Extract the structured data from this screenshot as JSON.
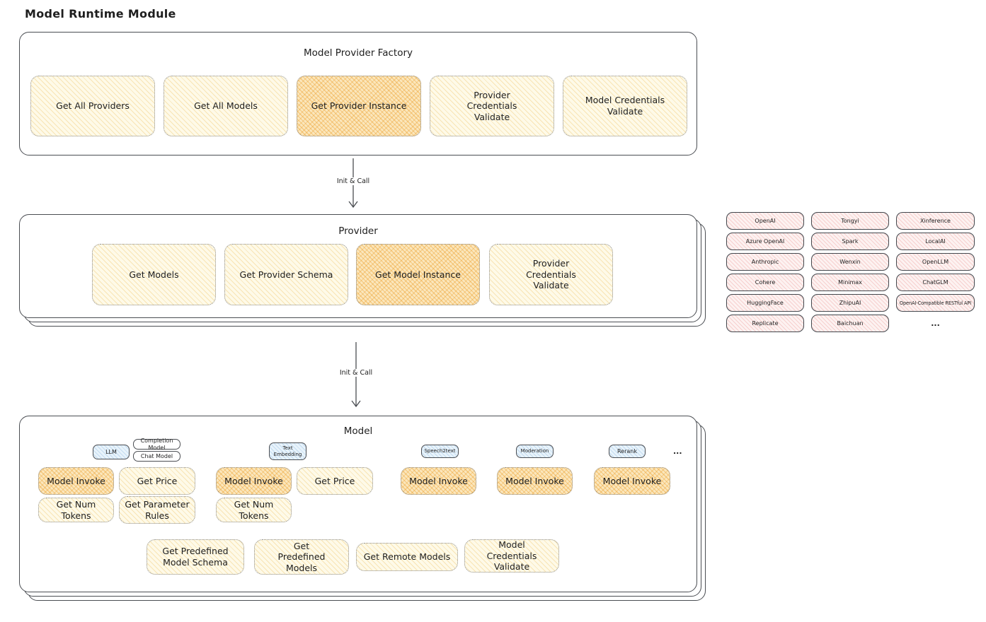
{
  "page": {
    "title": "Model Runtime Module"
  },
  "factory": {
    "title": "Model Provider Factory",
    "boxes": [
      {
        "label": "Get All Providers",
        "emphasized": false
      },
      {
        "label": "Get All Models",
        "emphasized": false
      },
      {
        "label": "Get Provider Instance",
        "emphasized": true
      },
      {
        "label": "Provider Credentials Validate",
        "emphasized": false
      },
      {
        "label": "Model Credentials Validate",
        "emphasized": false
      }
    ]
  },
  "arrow1": {
    "label": "Init & Call"
  },
  "arrow2": {
    "label": "Init & Call"
  },
  "provider": {
    "title": "Provider",
    "boxes": [
      {
        "label": "Get Models",
        "emphasized": false
      },
      {
        "label": "Get Provider Schema",
        "emphasized": false
      },
      {
        "label": "Get Model Instance",
        "emphasized": true
      },
      {
        "label": "Provider Credentials Validate",
        "emphasized": false
      }
    ]
  },
  "providers_panel": {
    "items": [
      "OpenAI",
      "Tongyi",
      "Xinference",
      "Azure OpenAI",
      "Spark",
      "LocalAI",
      "Anthropic",
      "Wenxin",
      "OpenLLM",
      "Cohere",
      "Minimax",
      "ChatGLM",
      "HuggingFace",
      "ZhipuAI",
      "OpenAI-Compatible RESTful API",
      "Replicate",
      "Baichuan"
    ],
    "more_label": "..."
  },
  "model": {
    "title": "Model",
    "tags": [
      {
        "label": "LLM",
        "style": "blue"
      },
      {
        "label": "Completion Model",
        "style": "white"
      },
      {
        "label": "Chat Model",
        "style": "white"
      },
      {
        "label": "Text Embedding",
        "style": "blue"
      },
      {
        "label": "Speech2text",
        "style": "blue"
      },
      {
        "label": "Moderation",
        "style": "blue"
      },
      {
        "label": "Rerank",
        "style": "blue"
      }
    ],
    "tags_more": "...",
    "ops": [
      {
        "label": "Model Invoke",
        "emphasized": true
      },
      {
        "label": "Get Price",
        "emphasized": false
      },
      {
        "label": "Model Invoke",
        "emphasized": true
      },
      {
        "label": "Get Price",
        "emphasized": false
      },
      {
        "label": "Model Invoke",
        "emphasized": true
      },
      {
        "label": "Model Invoke",
        "emphasized": true
      },
      {
        "label": "Model Invoke",
        "emphasized": true
      },
      {
        "label": "Get Num Tokens",
        "emphasized": false
      },
      {
        "label": "Get Parameter Rules",
        "emphasized": false
      },
      {
        "label": "Get Num Tokens",
        "emphasized": false
      }
    ],
    "bottom_ops": [
      {
        "label": "Get Predefined Model Schema"
      },
      {
        "label": "Get Predefined Models"
      },
      {
        "label": "Get Remote Models"
      },
      {
        "label": "Model Credentials Validate"
      }
    ]
  },
  "colors": {
    "op_light_bg": "#fefae8",
    "op_dark_bg": "#fbe7bd",
    "op_hatch": "#ebaf3c",
    "provider_pink_bg": "#fdf2f1",
    "provider_pink_hatch": "#dc5555",
    "tag_blue_bg": "#e8f3fb",
    "border_dark": "#4a4d52",
    "ink": "#1e1e1e"
  }
}
